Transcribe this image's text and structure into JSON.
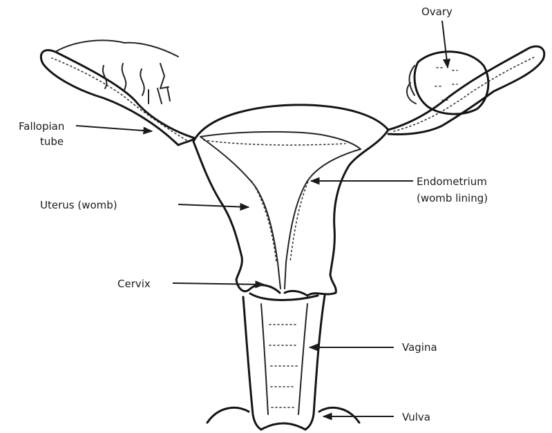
{
  "labels": {
    "ovary": "Ovary",
    "fallopian_line1": "Fallopian",
    "fallopian_line2": "tube",
    "uterus": "Uterus (womb)",
    "endometrium_line1": "Endometrium",
    "endometrium_line2": "(womb lining)",
    "cervix": "Cervix",
    "vagina": "Vagina",
    "vulva": "Vulva"
  }
}
